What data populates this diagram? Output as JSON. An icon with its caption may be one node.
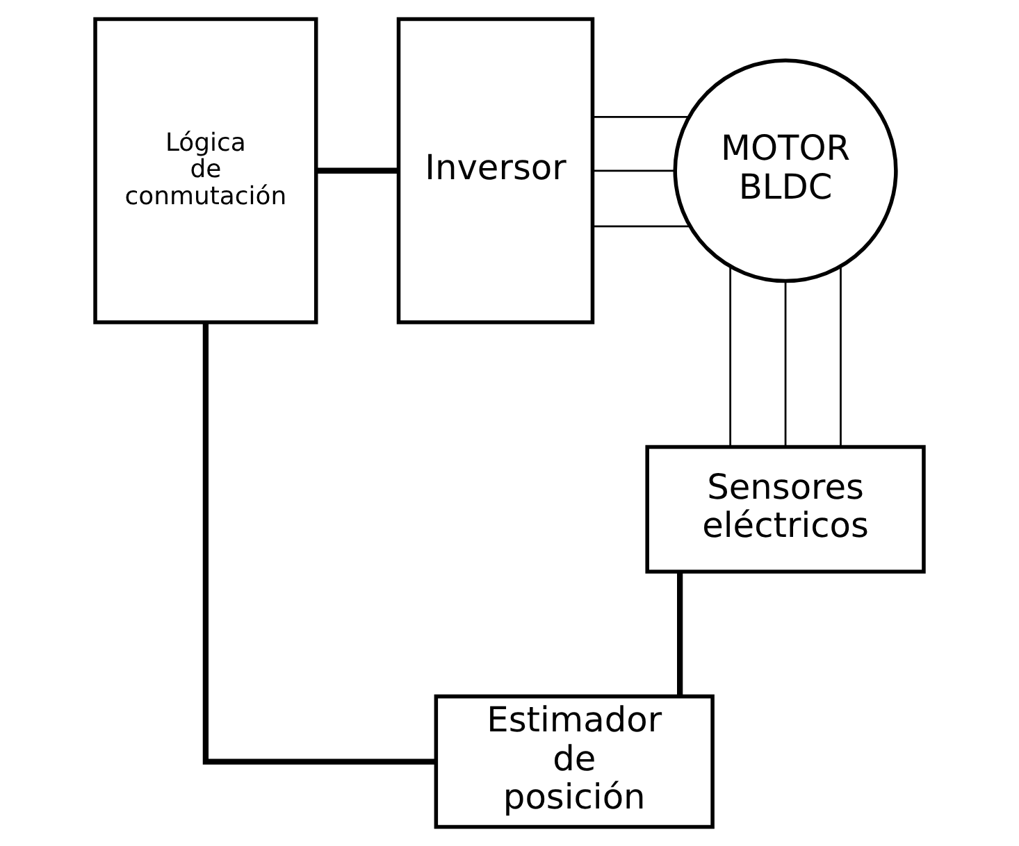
{
  "diagram": {
    "nodes": [
      {
        "text": [
          "Lógica de conmutación"
        ]
      },
      {
        "text": [
          "Inversor"
        ]
      },
      {
        "text": [
          "MOTOR BLDC"
        ]
      },
      {
        "text": [
          "Sensores eléctricos"
        ]
      },
      {
        "text": [
          "Estimador de posición"
        ]
      }
    ],
    "edges": [
      {
        "from": 0,
        "to": 1,
        "arrow": "none",
        "style": "thick"
      },
      {
        "from": 1,
        "to": 2,
        "arrow": "none"
      },
      {
        "from": 1,
        "to": 2,
        "arrow": "none"
      },
      {
        "from": 1,
        "to": 2,
        "arrow": "none"
      },
      {
        "from": 2,
        "to": 3,
        "arrow": "none"
      },
      {
        "from": 2,
        "to": 3,
        "arrow": "none"
      },
      {
        "from": 2,
        "to": 3,
        "arrow": "none"
      },
      {
        "from": 3,
        "to": 4,
        "arrow": "none",
        "style": "thick"
      },
      {
        "from": 0,
        "to": 4,
        "arrow": "none",
        "style": "thick"
      }
    ]
  }
}
